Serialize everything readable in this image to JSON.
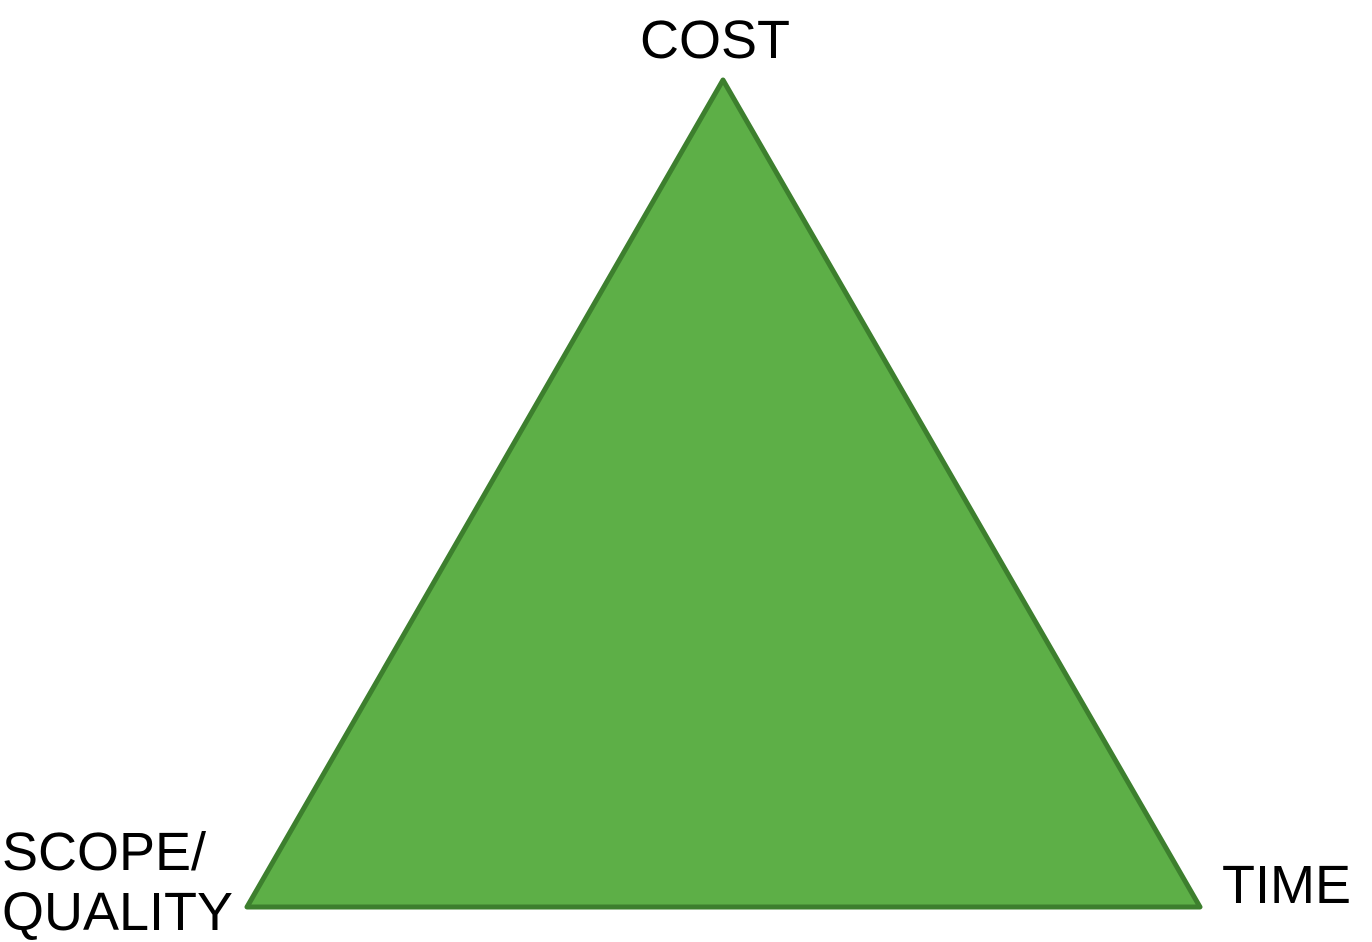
{
  "diagram": {
    "shape": "triangle",
    "fill_color": "#5daf47",
    "stroke_color": "#3d7f2e",
    "vertices": {
      "top": {
        "label": "COST"
      },
      "bottom_left": {
        "label_line1": "SCOPE/",
        "label_line2": "QUALITY"
      },
      "bottom_right": {
        "label": "TIME"
      }
    }
  }
}
